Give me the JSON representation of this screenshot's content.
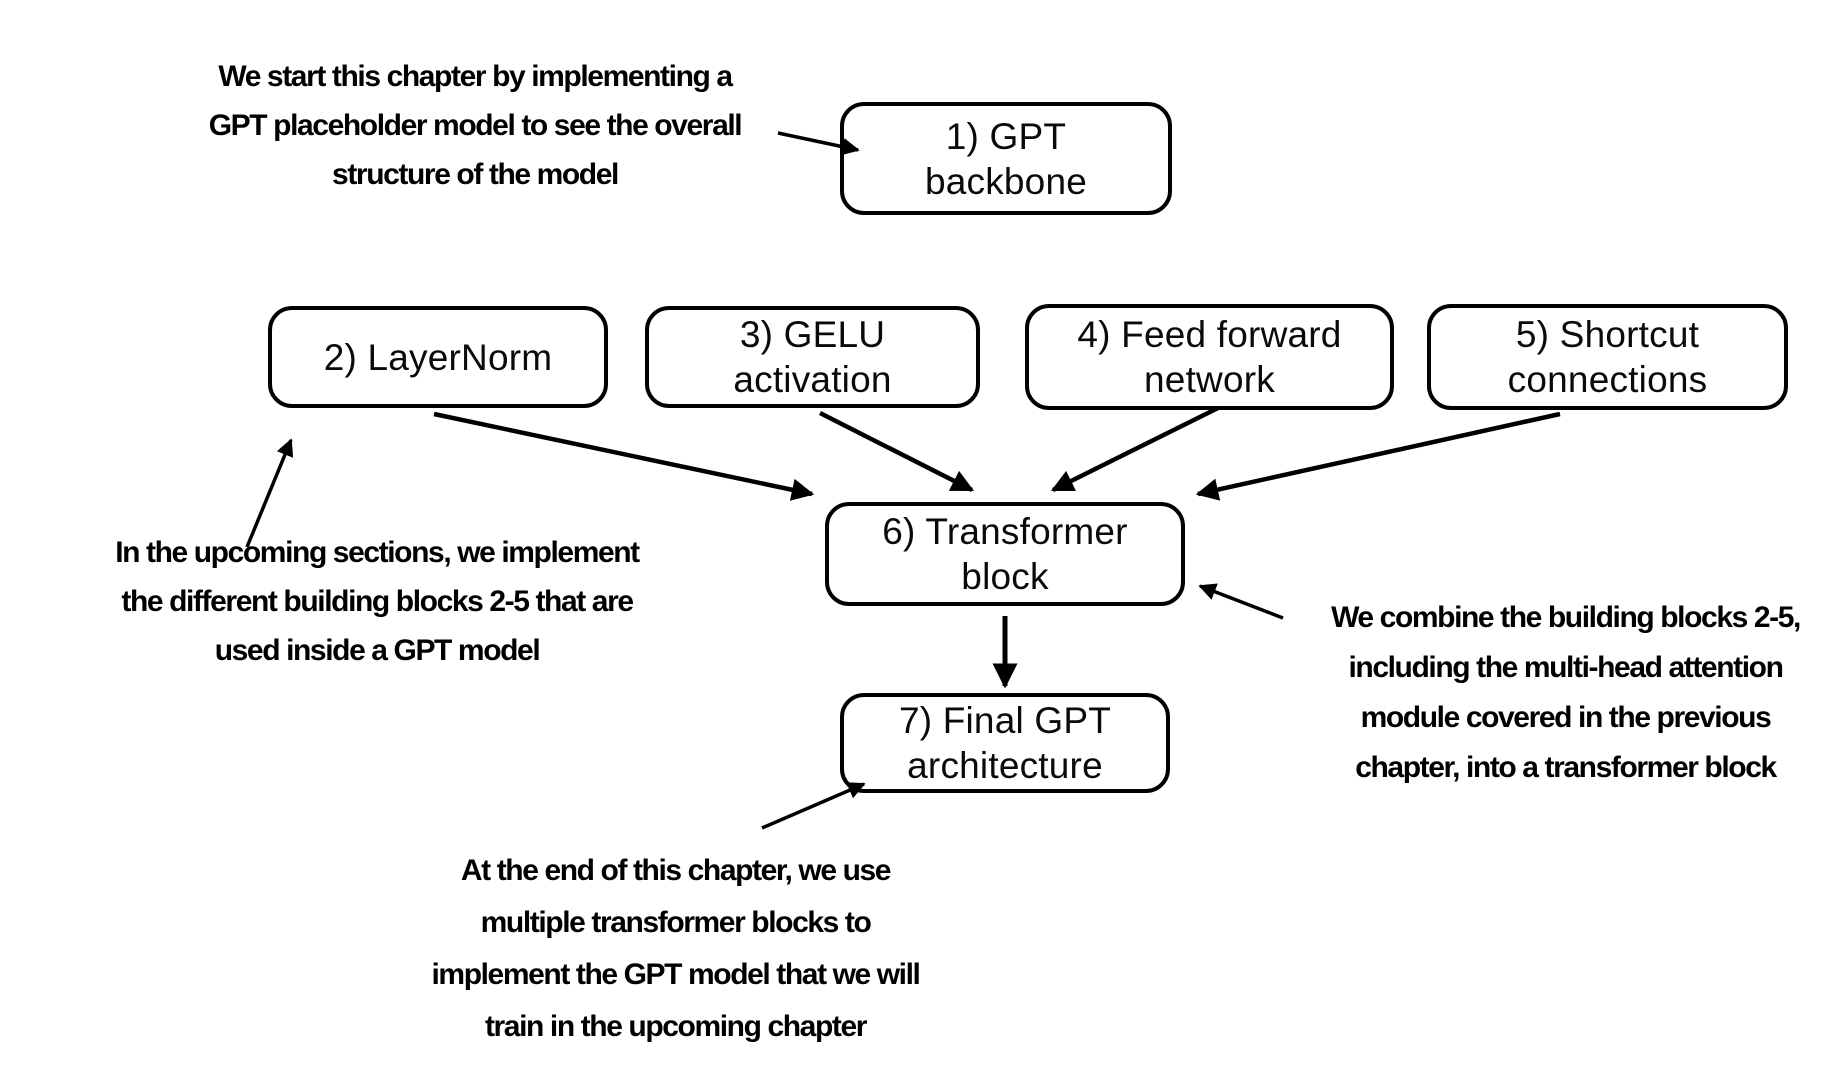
{
  "colors": {
    "background": "#ffffff",
    "stroke": "#000000",
    "text": "#0a0a0a"
  },
  "boxes": {
    "box1": {
      "line1": "1) GPT",
      "line2": "backbone"
    },
    "box2": {
      "line1": "2) LayerNorm"
    },
    "box3": {
      "line1": "3) GELU",
      "line2": "activation"
    },
    "box4": {
      "line1": "4) Feed forward",
      "line2": "network"
    },
    "box5": {
      "line1": "5) Shortcut",
      "line2": "connections"
    },
    "box6": {
      "line1": "6) Transformer",
      "line2": "block"
    },
    "box7": {
      "line1": "7) Final GPT",
      "line2": "architecture"
    }
  },
  "notes": {
    "top": {
      "line1": "We start this chapter by implementing a",
      "line2": "GPT placeholder model to see the overall",
      "line3": "structure of the model"
    },
    "left": {
      "line1": "In the upcoming sections, we implement",
      "line2": "the different building blocks 2-5 that are",
      "line3": "used inside a GPT model"
    },
    "right": {
      "line1": "We combine the building blocks 2-5,",
      "line2": "including the multi-head attention",
      "line3": "module covered in the previous",
      "line4": "chapter, into a transformer block"
    },
    "bottom": {
      "line1": "At the end of this chapter, we use",
      "line2": "multiple transformer blocks to",
      "line3": "implement the GPT model that we will",
      "line4": "train in the upcoming chapter"
    }
  },
  "arrows": [
    {
      "from": "note-top",
      "to": "box-gpt-backbone"
    },
    {
      "from": "box-layernorm",
      "to": "box-transformer-block"
    },
    {
      "from": "box-gelu-activation",
      "to": "box-transformer-block"
    },
    {
      "from": "box-feed-forward",
      "to": "box-transformer-block"
    },
    {
      "from": "box-shortcut-connections",
      "to": "box-transformer-block"
    },
    {
      "from": "note-left",
      "to": "box-layernorm"
    },
    {
      "from": "note-right",
      "to": "box-transformer-block"
    },
    {
      "from": "box-transformer-block",
      "to": "box-final-gpt"
    },
    {
      "from": "note-bottom",
      "to": "box-final-gpt"
    }
  ]
}
